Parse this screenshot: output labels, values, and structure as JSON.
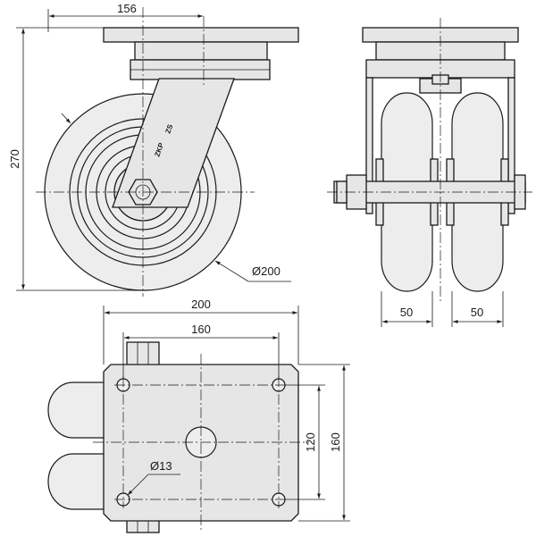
{
  "dimensions": {
    "plate_offset": "156",
    "overall_height": "270",
    "wheel_diameter": "Ø200",
    "wheel_width_left": "50",
    "wheel_width_right": "50",
    "plate_length": "200",
    "bolt_spacing_long": "160",
    "bolt_spacing_short": "120",
    "plate_width": "160",
    "bolt_hole": "Ø13"
  },
  "fork_marks": [
    "ZS",
    "ZKP"
  ],
  "colors": {
    "line": "#1a1a1a",
    "fill": "#e6e6e6",
    "background": "#ffffff"
  }
}
